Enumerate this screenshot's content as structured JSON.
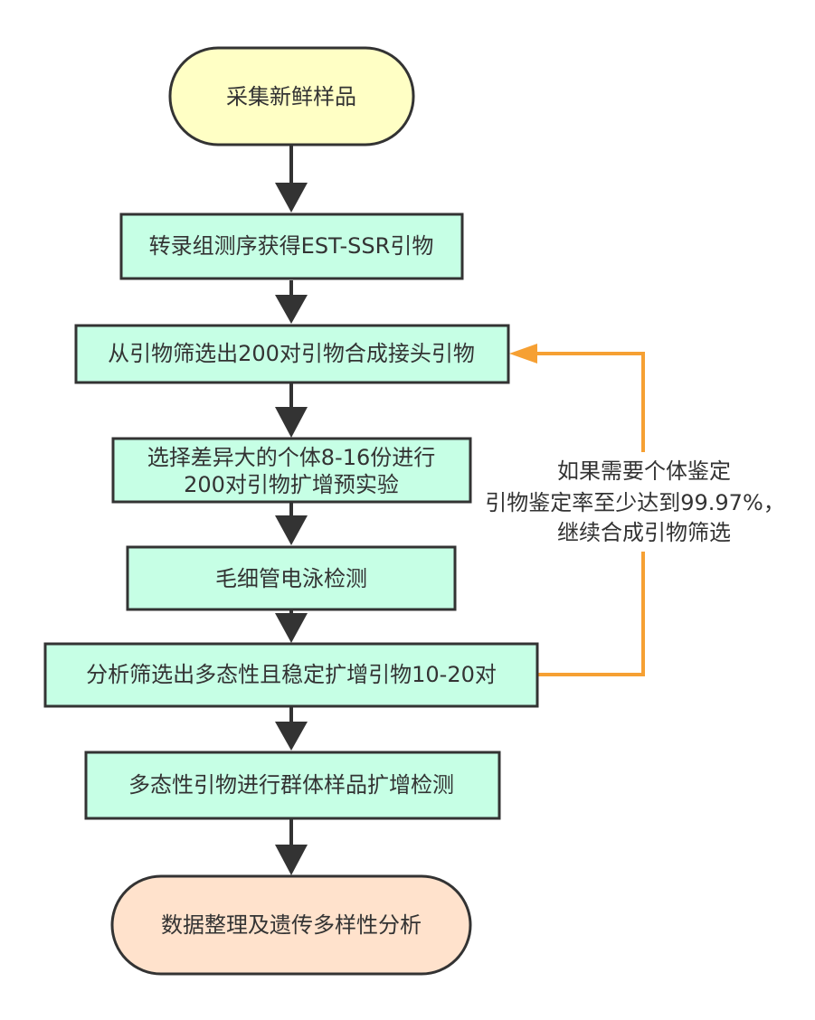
{
  "nodes": {
    "start": "采集新鲜样品",
    "step1": "转录组测序获得EST-SSR引物",
    "step2": "从引物筛选出200对引物合成接头引物",
    "step3_line1": "选择差异大的个体8-16份进行",
    "step3_line2": "200对引物扩增预实验",
    "step4": "毛细管电泳检测",
    "step5": "分析筛选出多态性且稳定扩增引物10-20对",
    "step6": "多态性引物进行群体样品扩增检测",
    "end": "数据整理及遗传多样性分析"
  },
  "loop_note": {
    "line1": "如果需要个体鉴定",
    "line2": "引物鉴定率至少达到99.97%，",
    "line3": "继续合成引物筛选"
  },
  "colors": {
    "start_fill": "#ffffc5",
    "process_fill": "#c6ffe5",
    "end_fill": "#ffe2cc",
    "stroke": "#333333",
    "loop_arrow": "#f6a033"
  }
}
